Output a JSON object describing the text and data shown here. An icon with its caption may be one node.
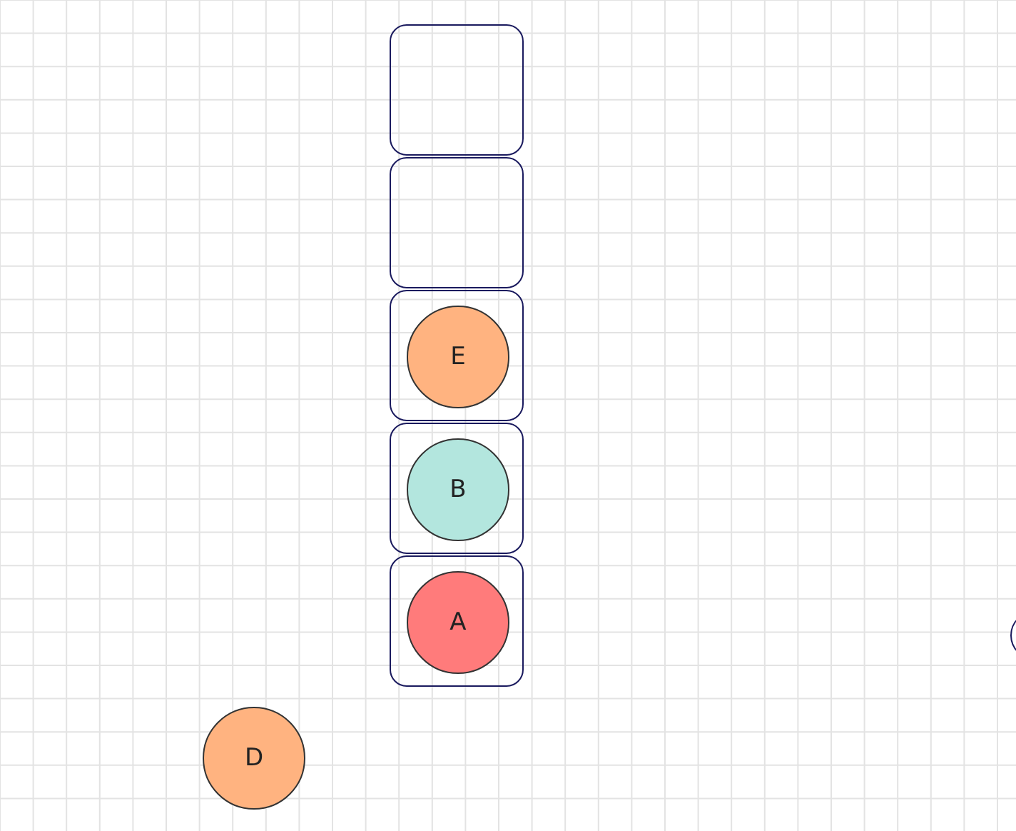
{
  "diagram": {
    "nodes": [
      {
        "text": [],
        "shape": "box"
      },
      {
        "text": [],
        "shape": "box"
      },
      {
        "text": [],
        "shape": "box"
      },
      {
        "text": [],
        "shape": "box"
      },
      {
        "text": [],
        "shape": "box"
      },
      {
        "text": [
          "E"
        ],
        "in": 2
      },
      {
        "text": [
          "B"
        ],
        "in": 3
      },
      {
        "text": [
          "A"
        ],
        "in": 4
      },
      {
        "text": [
          "D"
        ]
      },
      {
        "text": [],
        "shape": "circle"
      }
    ]
  }
}
